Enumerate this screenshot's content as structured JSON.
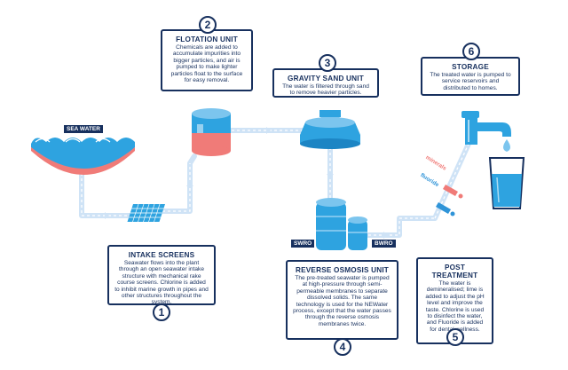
{
  "labels": {
    "sea_water": "SEA WATER",
    "swro": "SWRO",
    "bwro": "BWRO",
    "minerals": "minerals",
    "fluoride": "fluoride"
  },
  "steps": [
    {
      "number": "1",
      "title": "INTAKE SCREENS",
      "text": "Seawater flows into the plant through an open seawater intake structure with mechanical rake course screens. Chlorine is added to inhibit marine growth in pipes and other structures throughout the system."
    },
    {
      "number": "2",
      "title": "FLOTATION UNIT",
      "text": "Chemicals are added to accumulate impurities into bigger particles, and air is pumped to make lighter particles float to the surface for easy removal."
    },
    {
      "number": "3",
      "title": "GRAVITY SAND UNIT",
      "text": "The water is filtered through sand to remove heavier particles."
    },
    {
      "number": "4",
      "title": "REVERSE OSMOSIS UNIT",
      "text": "The pre-treated seawater is pumped at high-pressure through semi-permeable membranes to separate dissolved solids. The same technology is used for the NEWater process, except that the water passes through the reverse osmosis membranes twice."
    },
    {
      "number": "5",
      "title": "POST TREATMENT",
      "text": "The water is demineralised; lime is added to adjust the pH level and improve the taste. Chlorine is used to disinfect the water, and Fluoride is added for dental wellness."
    },
    {
      "number": "6",
      "title": "STORAGE",
      "text": "The treated water is pumped to service reservoirs and distributed to homes."
    }
  ],
  "colors": {
    "navy": "#17305e",
    "pipe": "#cfe3f6",
    "water": "#2ea3e0",
    "light_water": "#7cc5ee",
    "coral": "#f07b78",
    "minerals": "#f07b78",
    "fluoride": "#2f94d8"
  },
  "icons": [
    "sea-basin-icon",
    "intake-screen-icon",
    "flotation-tank-icon",
    "sand-filter-icon",
    "ro-membrane-icon",
    "mineral-dropper-icon",
    "fluoride-dropper-icon",
    "faucet-icon",
    "water-glass-icon"
  ]
}
